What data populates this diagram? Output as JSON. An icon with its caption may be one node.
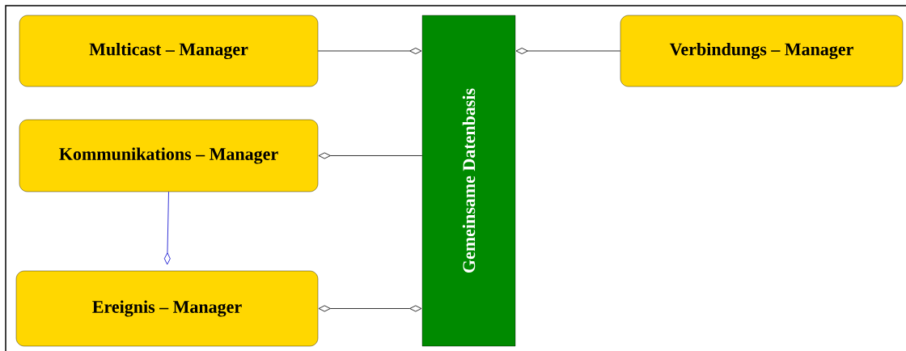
{
  "diagram": {
    "nodes": [
      {
        "text": [
          "Multicast – Manager"
        ]
      },
      {
        "text": [
          "Verbindungs – Manager"
        ]
      },
      {
        "text": [
          "Kommunikations – Manager"
        ]
      },
      {
        "text": [
          "Ereignis – Manager"
        ]
      },
      {
        "text": [
          "Gemeinsame Datenbasis"
        ]
      }
    ],
    "edges": [
      {
        "from": 0,
        "to": 4,
        "arrow": "other"
      },
      {
        "from": 1,
        "to": 4,
        "arrow": "other"
      },
      {
        "from": 4,
        "to": 2,
        "arrow": "other"
      },
      {
        "from": 2,
        "to": 3,
        "arrow": "other",
        "color": "#0000cc"
      },
      {
        "from": 3,
        "to": 4,
        "arrow": "other"
      }
    ]
  }
}
